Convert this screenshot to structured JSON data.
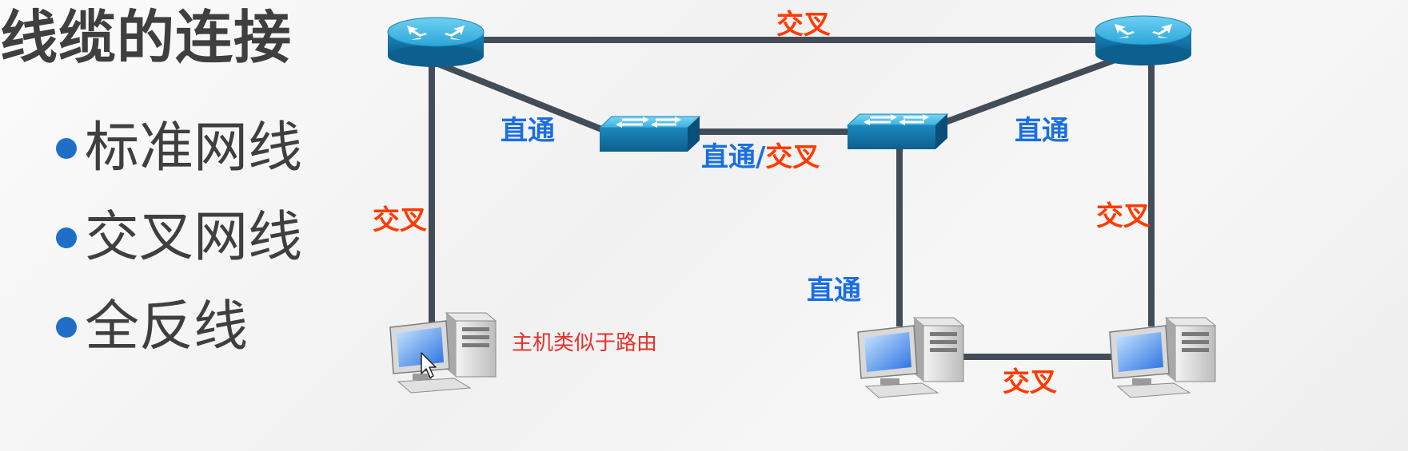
{
  "title": "线缆的连接",
  "bullets": [
    "标准网线",
    "交叉网线",
    "全反线"
  ],
  "colors": {
    "cross": "#ff3a00",
    "straight": "#1a6fe0",
    "note": "#e8302b",
    "line": "#434d57",
    "bullet": "#1f6fc8"
  },
  "labels": {
    "router_top": "交叉",
    "left_straight": "直通",
    "switch_mid_straight": "直通",
    "switch_mid_slash": "/",
    "switch_mid_cross": "交叉",
    "right_straight": "直通",
    "left_cross": "交叉",
    "right_cross": "交叉",
    "pc_straight": "直通",
    "bottom_cross": "交叉",
    "note": "主机类似于路由"
  },
  "devices": [
    {
      "id": "router-left",
      "type": "router-icon"
    },
    {
      "id": "router-right",
      "type": "router-icon"
    },
    {
      "id": "switch-left",
      "type": "switch-icon"
    },
    {
      "id": "switch-right",
      "type": "switch-icon"
    },
    {
      "id": "pc-left",
      "type": "computer-icon"
    },
    {
      "id": "pc-middle",
      "type": "computer-icon"
    },
    {
      "id": "pc-right",
      "type": "computer-icon"
    }
  ],
  "cursor": "mouse-cursor-icon"
}
